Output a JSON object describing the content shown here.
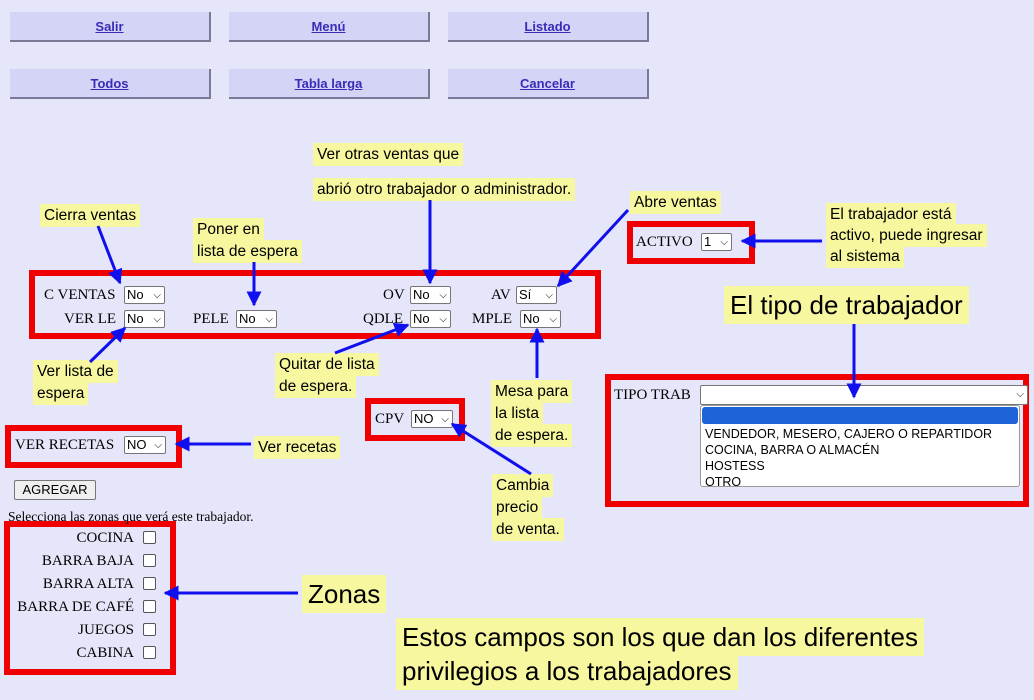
{
  "nav": {
    "salir": "Salir",
    "menu": "Menú",
    "listado": "Listado",
    "todos": "Todos",
    "tabla_larga": "Tabla larga",
    "cancelar": "Cancelar"
  },
  "form": {
    "c_ventas": {
      "label": "C VENTAS",
      "value": "No"
    },
    "ver_le": {
      "label": "VER LE",
      "value": "No"
    },
    "pele": {
      "label": "PELE",
      "value": "No"
    },
    "ov": {
      "label": "OV",
      "value": "No"
    },
    "qdle": {
      "label": "QDLE",
      "value": "No"
    },
    "av": {
      "label": "AV",
      "value": "Sí"
    },
    "mple": {
      "label": "MPLE",
      "value": "No"
    },
    "activo": {
      "label": "ACTIVO",
      "value": "1"
    },
    "cpv": {
      "label": "CPV",
      "value": "NO"
    },
    "ver_recetas": {
      "label": "VER RECETAS",
      "value": "NO"
    },
    "tipo_trab": {
      "label": "TIPO TRAB",
      "value": "",
      "options": [
        "",
        "VENDEDOR, MESERO, CAJERO O REPARTIDOR",
        "COCINA, BARRA O ALMACÉN",
        "HOSTESS",
        "OTRO"
      ]
    },
    "agregar": "AGREGAR",
    "zones_prompt": "Selecciona las zonas que verá este trabajador.",
    "zones": [
      "COCINA",
      "BARRA BAJA",
      "BARRA ALTA",
      "BARRA DE CAFÉ",
      "JUEGOS",
      "CABINA"
    ]
  },
  "annotations": {
    "cierra": "Cierra ventas",
    "poner1": "Poner en",
    "poner2": "lista de espera",
    "ver_otras1": "Ver otras ventas que",
    "ver_otras2": "abrió otro trabajador o administrador.",
    "abre": "Abre ventas",
    "activo1": "El trabajador está",
    "activo2": "activo, puede ingresar",
    "activo3": "al sistema",
    "tipo": "El tipo de trabajador",
    "verlista1": "Ver lista de",
    "verlista2": "espera",
    "quitar1": "Quitar de lista",
    "quitar2": "de espera.",
    "mesa1": "Mesa para",
    "mesa2": "la lista",
    "mesa3": "de espera.",
    "recetas": "Ver recetas",
    "cambia1": "Cambia",
    "cambia2": "precio",
    "cambia3": "de venta.",
    "zonas": "Zonas",
    "estos1": "Estos campos son los que dan los diferentes",
    "estos2": "privilegios a los trabajadores"
  },
  "colors": {
    "annotation_bg": "#f7f7a0",
    "highlight_box": "#f00000",
    "arrow": "#1010ee",
    "page_bg": "#e6e6fa"
  }
}
